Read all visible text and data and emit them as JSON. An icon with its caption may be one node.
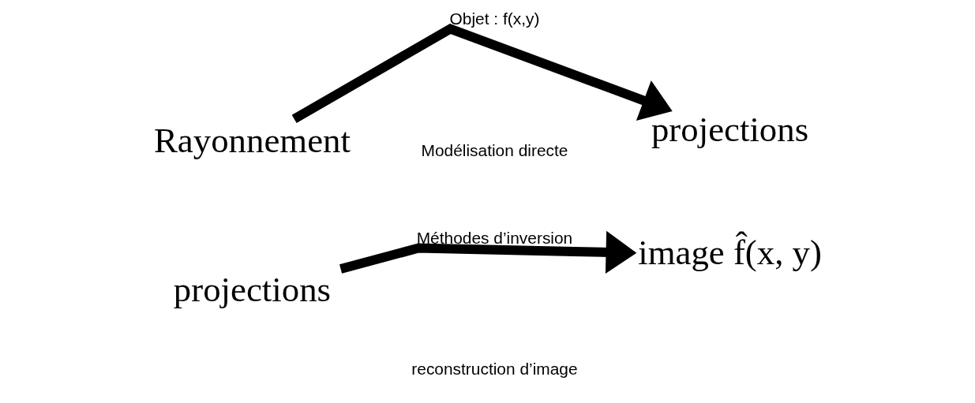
{
  "diagram": {
    "nodes": [
      {
        "text": [
          "Rayonnement"
        ]
      },
      {
        "text": [
          "projections"
        ]
      },
      {
        "text": [
          "projections"
        ]
      },
      {
        "text": [
          "image f̂(x, y)"
        ]
      }
    ],
    "edges": [
      {
        "from": 0,
        "to": 1,
        "arrow": "to",
        "label": "Objet : f(x,y)"
      },
      {
        "from": 2,
        "to": 3,
        "arrow": "to",
        "label": "Méthodes d’inversion"
      }
    ],
    "labels": [
      "Modélisation directe",
      "reconstruction d’image"
    ]
  }
}
